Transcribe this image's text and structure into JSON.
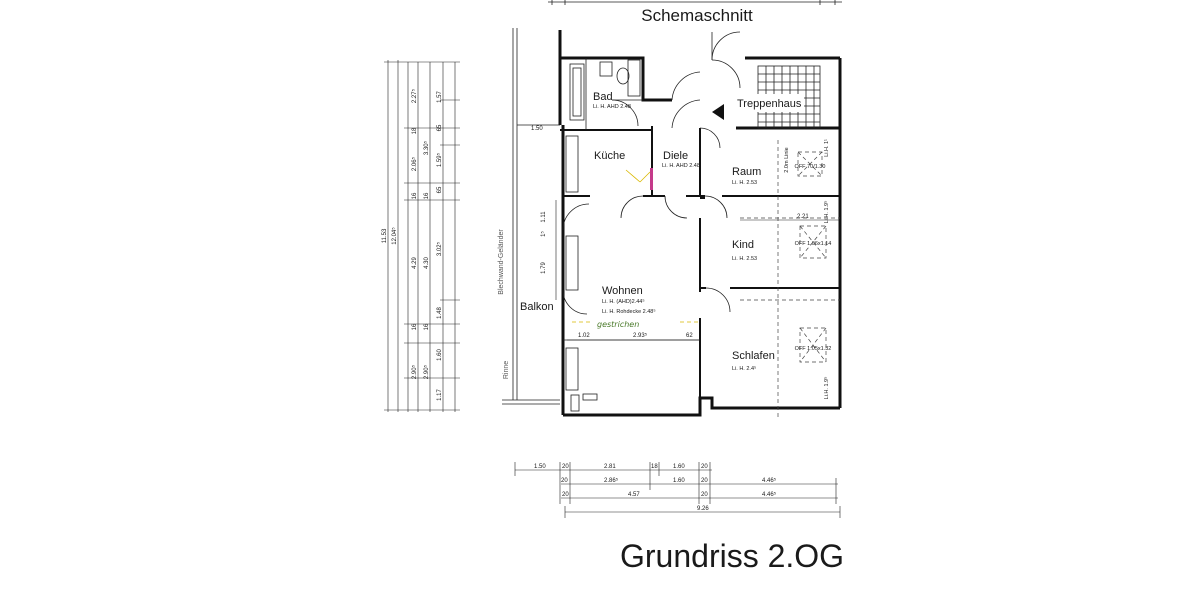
{
  "header": {
    "section_label": "Schemaschnitt"
  },
  "footer": {
    "title": "Grundriss 2.OG"
  },
  "rooms": {
    "bad": {
      "name": "Bad",
      "height": "Li. H. AHD 2.48"
    },
    "kueche": {
      "name": "Küche"
    },
    "diele": {
      "name": "Diele",
      "height": "Li. H. AHD 2.48"
    },
    "treppenhaus": {
      "name": "Treppenhaus"
    },
    "raum": {
      "name": "Raum",
      "height": "Li. H. 2.53"
    },
    "kind": {
      "name": "Kind",
      "height": "Li. H. 2.53"
    },
    "wohnen": {
      "name": "Wohnen",
      "height1": "Li. H. (AHD)2.44⁵",
      "height2": "Li. H. Rohdecke 2.48⁵"
    },
    "schlafen": {
      "name": "Schlafen",
      "height": "Li. H. 2.4⁵"
    },
    "balkon": {
      "name": "Balkon"
    }
  },
  "labels": {
    "gelaender": "Blechwand-Geländer",
    "rinne": "Rinne",
    "linie": "2.0m Linie",
    "handnote": "gestrichen",
    "lih1": "Li.H. 1¹",
    "lih2": "Li.H. 1.9⁵",
    "lih3": "Li.H. 1.9⁵",
    "off1": "OFF 70/1.30",
    "off2": "OFF 1.06x1.14",
    "off3": "OFF 1.05x1.32"
  },
  "dims_left": {
    "outer1": "11.53",
    "outer2": "12.04⁵",
    "col3": [
      "2.27⁵",
      "18",
      "2.06⁵",
      "16",
      "4.29",
      "16",
      "2.90⁵"
    ],
    "col4": [
      "3.30⁵",
      "16",
      "4.30",
      "16",
      "2.90⁵"
    ],
    "col5": [
      "1.57",
      "65",
      "1.59⁵",
      "65",
      "3.02⁵",
      "1.48",
      "1.60",
      "1.17"
    ],
    "inner": [
      "1.11",
      "1⁵",
      "1.79"
    ],
    "balkon_w": "1.50"
  },
  "dims_bottom": {
    "row1": [
      "1.50",
      "20",
      "2.81",
      "18",
      "1.60",
      "20"
    ],
    "row2": [
      "20",
      "2.86⁵",
      "1.60",
      "20",
      "4.46⁵"
    ],
    "row3": [
      "20",
      "4.57",
      "20",
      "4.46⁵"
    ],
    "row4": [
      "9.26"
    ]
  },
  "dims_inner": {
    "wohnen_row": [
      "1.02",
      "2.93⁵",
      "62"
    ],
    "kind_w": "2.21"
  }
}
